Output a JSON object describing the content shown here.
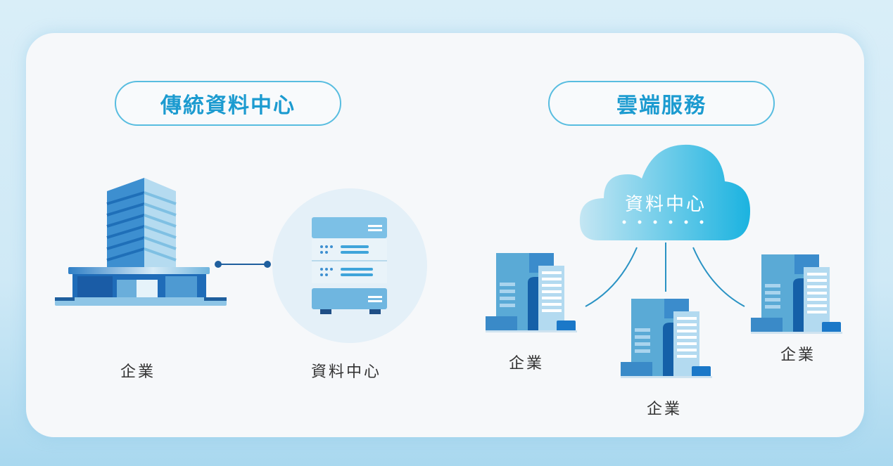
{
  "traditional": {
    "title": "傳統資料中心",
    "enterprise_label": "企業",
    "datacenter_label": "資料中心"
  },
  "cloud": {
    "title": "雲端服務",
    "cloud_label": "資料中心",
    "enterprises": [
      "企業",
      "企業",
      "企業"
    ]
  },
  "colors": {
    "accent": "#1c9bd0",
    "building_dark": "#1560a8",
    "building_mid": "#5aaad6",
    "cloud_start": "#c4e6f3",
    "cloud_end": "#1bb3e0"
  }
}
